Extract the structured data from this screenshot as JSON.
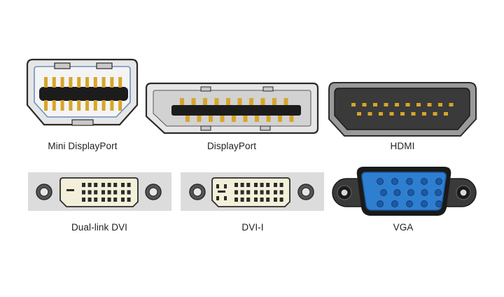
{
  "connectors": [
    {
      "id": "mini-displayport",
      "label": "Mini DisplayPort"
    },
    {
      "id": "displayport",
      "label": "DisplayPort"
    },
    {
      "id": "hdmi",
      "label": "HDMI"
    },
    {
      "id": "dual-link-dvi",
      "label": "Dual-link DVI"
    },
    {
      "id": "dvi-i",
      "label": "DVI-I"
    },
    {
      "id": "vga",
      "label": "VGA"
    }
  ],
  "colors": {
    "metal_light": "#e4e4e4",
    "metal_mid": "#cfcfcf",
    "outline": "#2b2b2b",
    "pin_gold": "#d6a62a",
    "black_body": "#1c1c1c",
    "dvi_insert": "#f3efd9",
    "vga_blue": "#2f7fd0",
    "vga_blue_dark": "#1d5aa5",
    "panel_grey": "#dcdcdc"
  }
}
